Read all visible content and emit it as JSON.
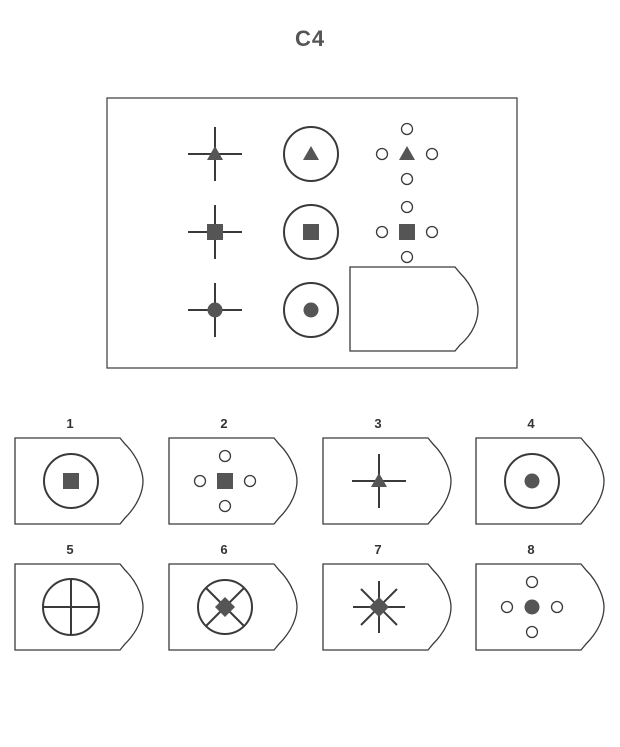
{
  "title": "C4",
  "option_labels": [
    "1",
    "2",
    "3",
    "4",
    "5",
    "6",
    "7",
    "8"
  ],
  "colors": {
    "ink": "#3a3a3a",
    "fill": "#555555",
    "paper": "#ffffff"
  },
  "matrix": {
    "rows": [
      {
        "shape": "triangle",
        "cells": [
          "cross",
          "circle",
          "dots"
        ]
      },
      {
        "shape": "square",
        "cells": [
          "cross",
          "circle",
          "dots"
        ]
      },
      {
        "shape": "dot",
        "cells": [
          "cross",
          "circle",
          "answer-slot"
        ]
      }
    ]
  },
  "options": [
    {
      "label": "1",
      "shape": "square",
      "style": "circle"
    },
    {
      "label": "2",
      "shape": "square",
      "style": "dots"
    },
    {
      "label": "3",
      "shape": "triangle",
      "style": "cross"
    },
    {
      "label": "4",
      "shape": "dot",
      "style": "circle"
    },
    {
      "label": "5",
      "shape": "none",
      "style": "circle-cross"
    },
    {
      "label": "6",
      "shape": "diamond",
      "style": "circle-x"
    },
    {
      "label": "7",
      "shape": "diamond",
      "style": "star"
    },
    {
      "label": "8",
      "shape": "dot",
      "style": "dots"
    }
  ]
}
